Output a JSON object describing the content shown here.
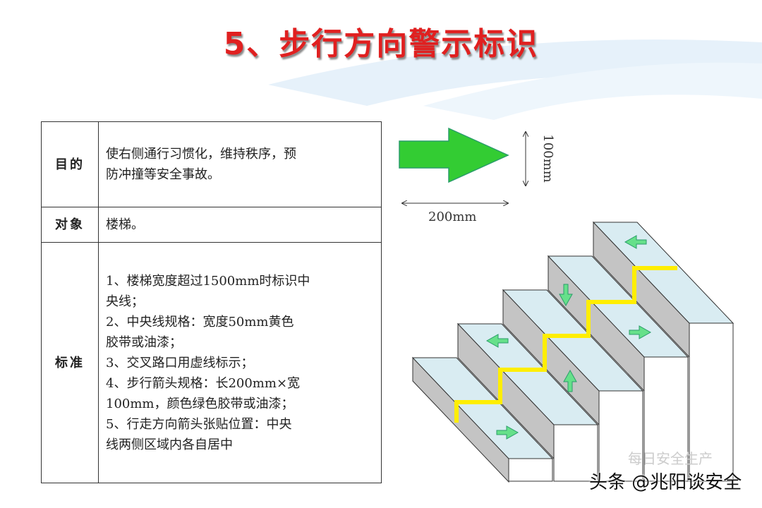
{
  "title": "5、步行方向警示标识",
  "table": {
    "rows": [
      {
        "label": "目的",
        "lines": [
          "使右侧通行习惯化，维持秩序，预",
          "防冲撞等安全事故。"
        ]
      },
      {
        "label": "对象",
        "lines": [
          "楼梯。"
        ]
      },
      {
        "label": "标准",
        "lines": [
          "1、楼梯宽度超过1500mm时标识中",
          "央线；",
          "2、中央线规格：宽度50mm黄色",
          "胶带或油漆；",
          "3、交叉路口用虚线标示；",
          "4、步行箭头规格：长200mm×宽",
          "100mm，颜色绿色胶带或油漆；",
          "5、行走方向箭头张贴位置：中央",
          "线两侧区域内各自居中"
        ]
      }
    ]
  },
  "arrow_diagram": {
    "height_label": "100mm",
    "length_label": "200mm",
    "arrow_color": "#33cc33"
  },
  "stairs": {
    "centerline_color": "#ffee00",
    "tread_color": "#d9ecf2",
    "riser_color": "#c4c4c4"
  },
  "watermark": {
    "faint": "每日安全生产",
    "main": "头条 @兆阳谈安全"
  }
}
